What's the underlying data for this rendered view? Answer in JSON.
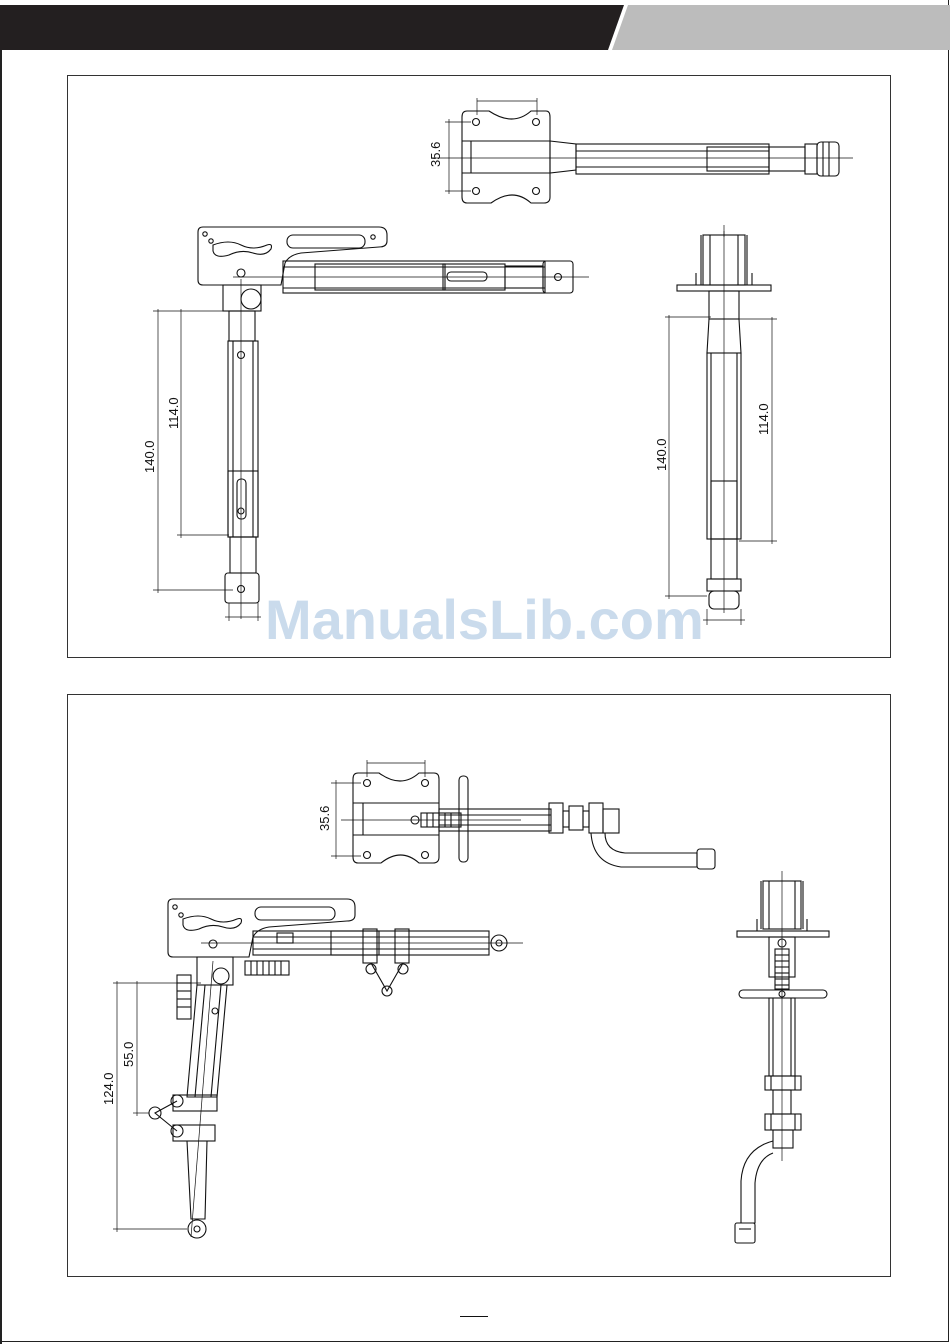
{
  "header": {
    "dark_color": "#231f20",
    "light_color": "#bcbcbc"
  },
  "watermark": {
    "text": "ManualsLib.com",
    "color": "#b9cfe6"
  },
  "panel_top": {
    "plan_view": {
      "dim_label": "35.6"
    },
    "side_view": {
      "dim_outer": "140.0",
      "dim_inner": "114.0"
    },
    "front_view": {
      "dim_outer": "140.0",
      "dim_inner": "114.0"
    }
  },
  "panel_bottom": {
    "plan_view": {
      "dim_label": "35.6"
    },
    "side_view": {
      "dim_outer": "124.0",
      "dim_inner": "55.0"
    },
    "front_view": {}
  },
  "page_number": ""
}
